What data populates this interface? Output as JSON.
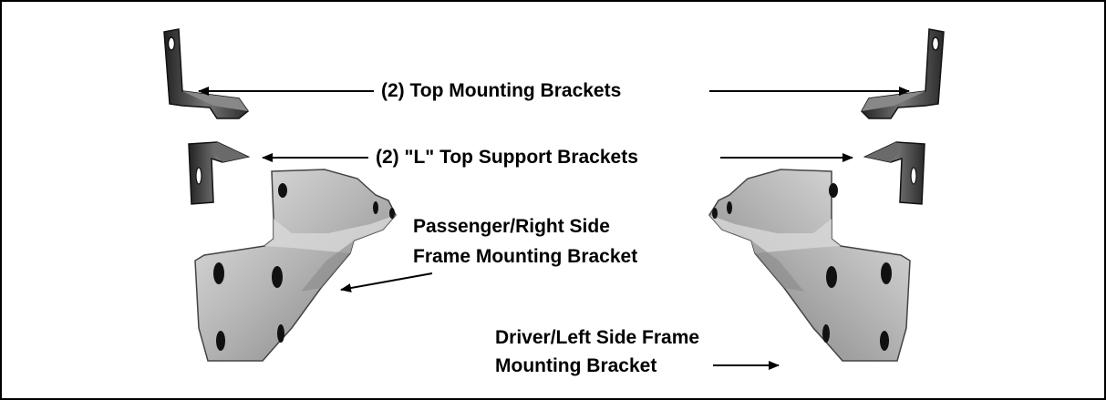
{
  "labels": {
    "top_mounting": "(2) Top Mounting Brackets",
    "l_support": "(2) \"L\" Top Support Brackets",
    "passenger_line1": "Passenger/Right Side",
    "passenger_line2": "Frame Mounting Bracket",
    "driver_line1": "Driver/Left Side Frame",
    "driver_line2": "Mounting Bracket"
  },
  "colors": {
    "border": "#000000",
    "metal_light": "#c8c8c8",
    "metal_mid": "#9a9a9a",
    "metal_dark": "#3a3a3a",
    "hole": "#111111"
  }
}
